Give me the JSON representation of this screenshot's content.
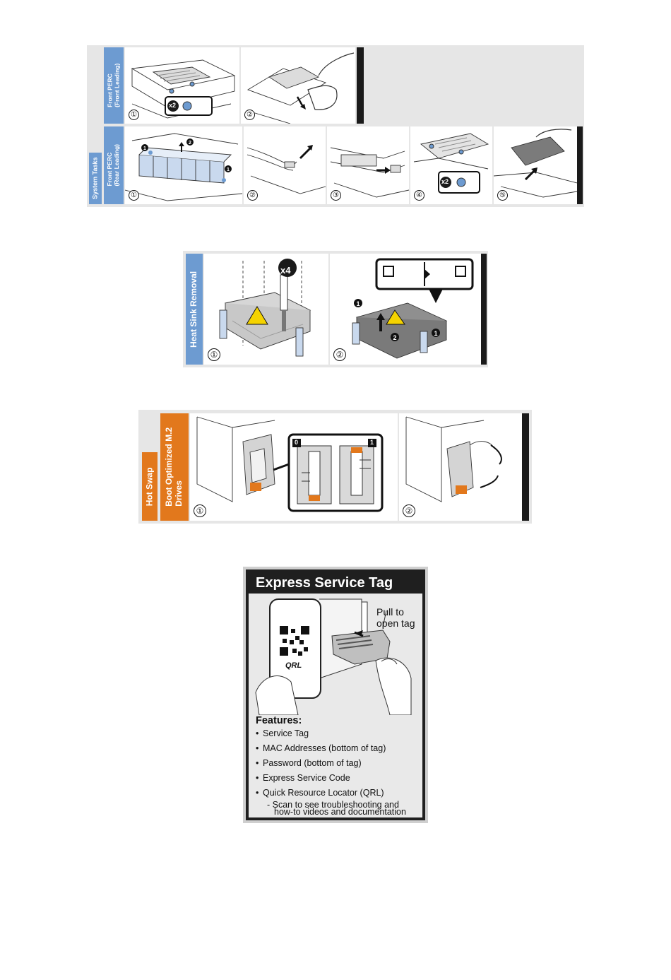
{
  "colors": {
    "blue": "#6d9bd1",
    "orange": "#e2781c",
    "dark": "#1a1a1a",
    "gray": "#e6e6e6",
    "light_blue_fill": "#c9d9ee"
  },
  "system_tasks": {
    "section_label": "System Tasks",
    "front_leading": {
      "label_line1": "Front PERC",
      "label_line2": "(Front Leading)",
      "steps": [
        "①",
        "②"
      ],
      "screw_count": "x2"
    },
    "rear_leading": {
      "label_line1": "Front PERC",
      "label_line2": "(Rear Leading)",
      "steps": [
        "①",
        "②",
        "③",
        "④",
        "⑤"
      ],
      "screw_count": "x2",
      "callouts": [
        "1",
        "2",
        "1"
      ]
    }
  },
  "heat_sink": {
    "label": "Heat Sink Removal",
    "steps": [
      "①",
      "②"
    ],
    "screw_count": "x4",
    "callouts": [
      "1",
      "2",
      "1"
    ]
  },
  "m2": {
    "group_label": "Hot Swap",
    "label_line1": "Boot Optimized M.2",
    "label_line2": "Drives",
    "steps": [
      "①",
      "②"
    ],
    "slot_labels": [
      "0",
      "1"
    ]
  },
  "express_service_tag": {
    "title": "Express Service Tag",
    "pull_line1": "Pull to",
    "pull_line2": "open tag",
    "phone_text": "QRL",
    "features_heading": "Features:",
    "features": [
      "Service Tag",
      "MAC Addresses (bottom of tag)",
      "Password (bottom of tag)",
      "Express Service Code",
      "Quick Resource Locator (QRL)"
    ],
    "sub_line1": "- Scan to see troubleshooting and",
    "sub_line2": "how-to videos and documentation"
  }
}
